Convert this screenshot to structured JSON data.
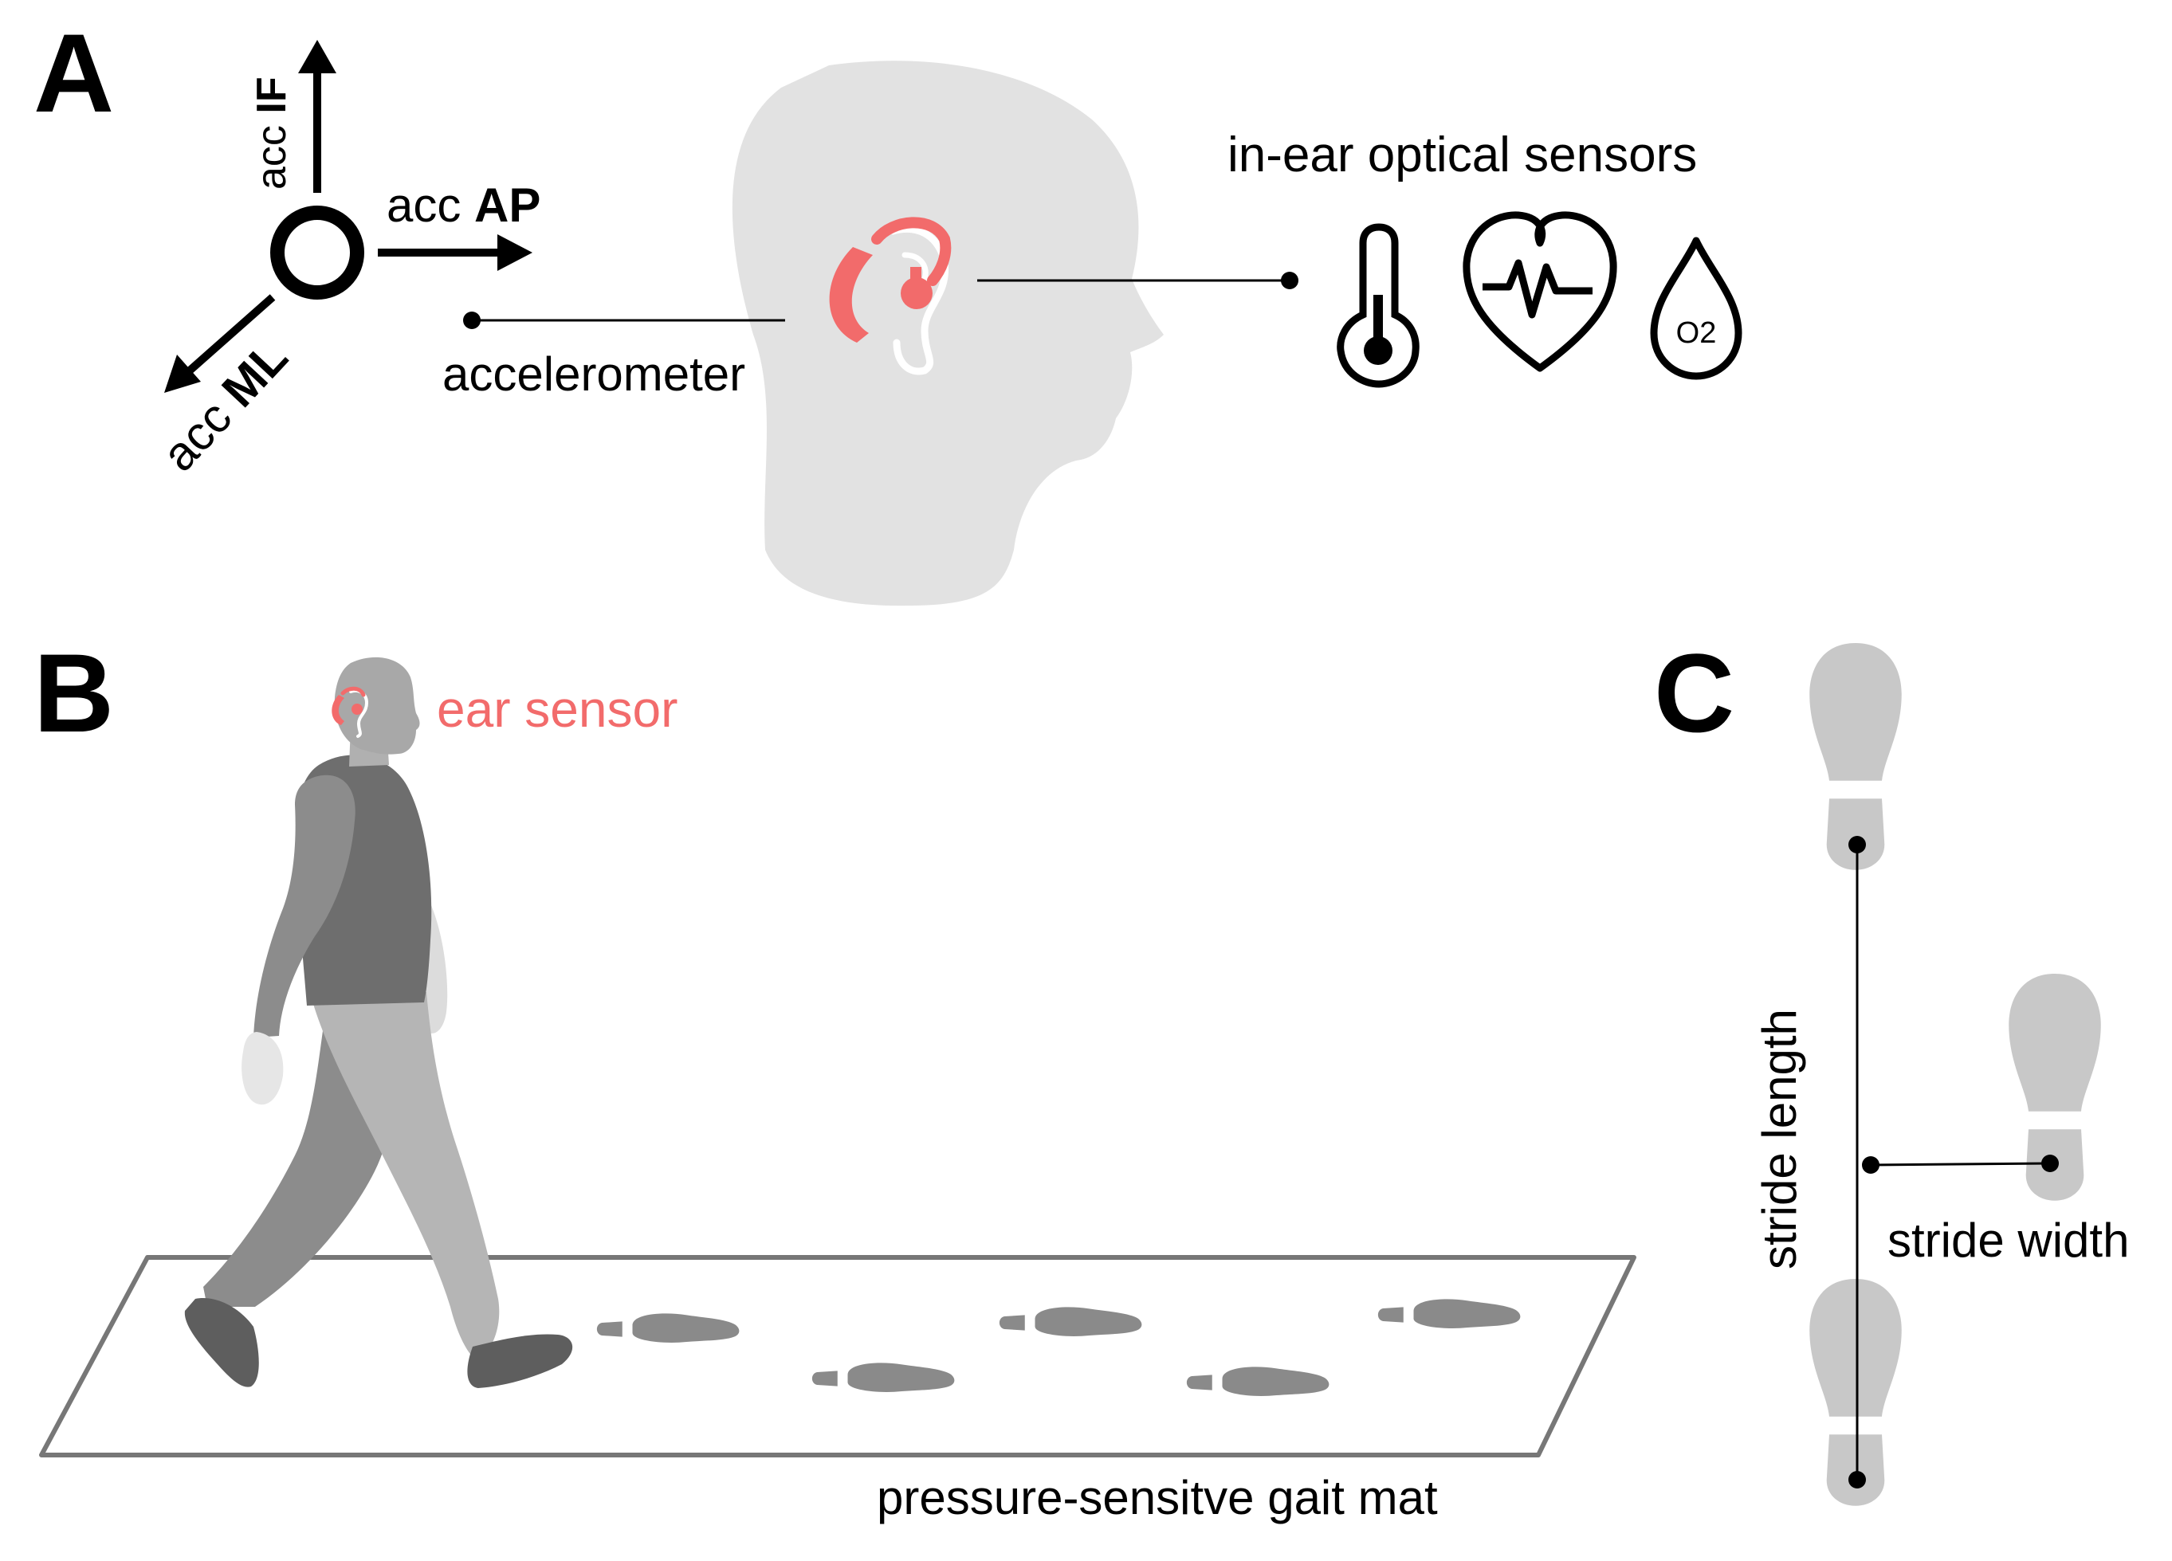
{
  "panels": {
    "a": "A",
    "b": "B",
    "c": "C"
  },
  "axes": {
    "if_prefix": "acc ",
    "if_bold": "IF",
    "ap_prefix": "acc ",
    "ap_bold": "AP",
    "ml_prefix": "acc ",
    "ml_bold": "ML"
  },
  "labels": {
    "accelerometer": "accelerometer",
    "optical": "in-ear optical sensors",
    "o2": "O2",
    "ear_sensor": "ear sensor",
    "gait_mat": "pressure-sensitve gait mat",
    "stride_length": "stride length",
    "stride_width": "stride width"
  },
  "colors": {
    "accent": "#f26b6b",
    "head": "#e2e2e2",
    "ink": "#111111"
  },
  "icons": [
    "thermometer-icon",
    "heart-rate-icon",
    "oxygen-drop-icon"
  ]
}
